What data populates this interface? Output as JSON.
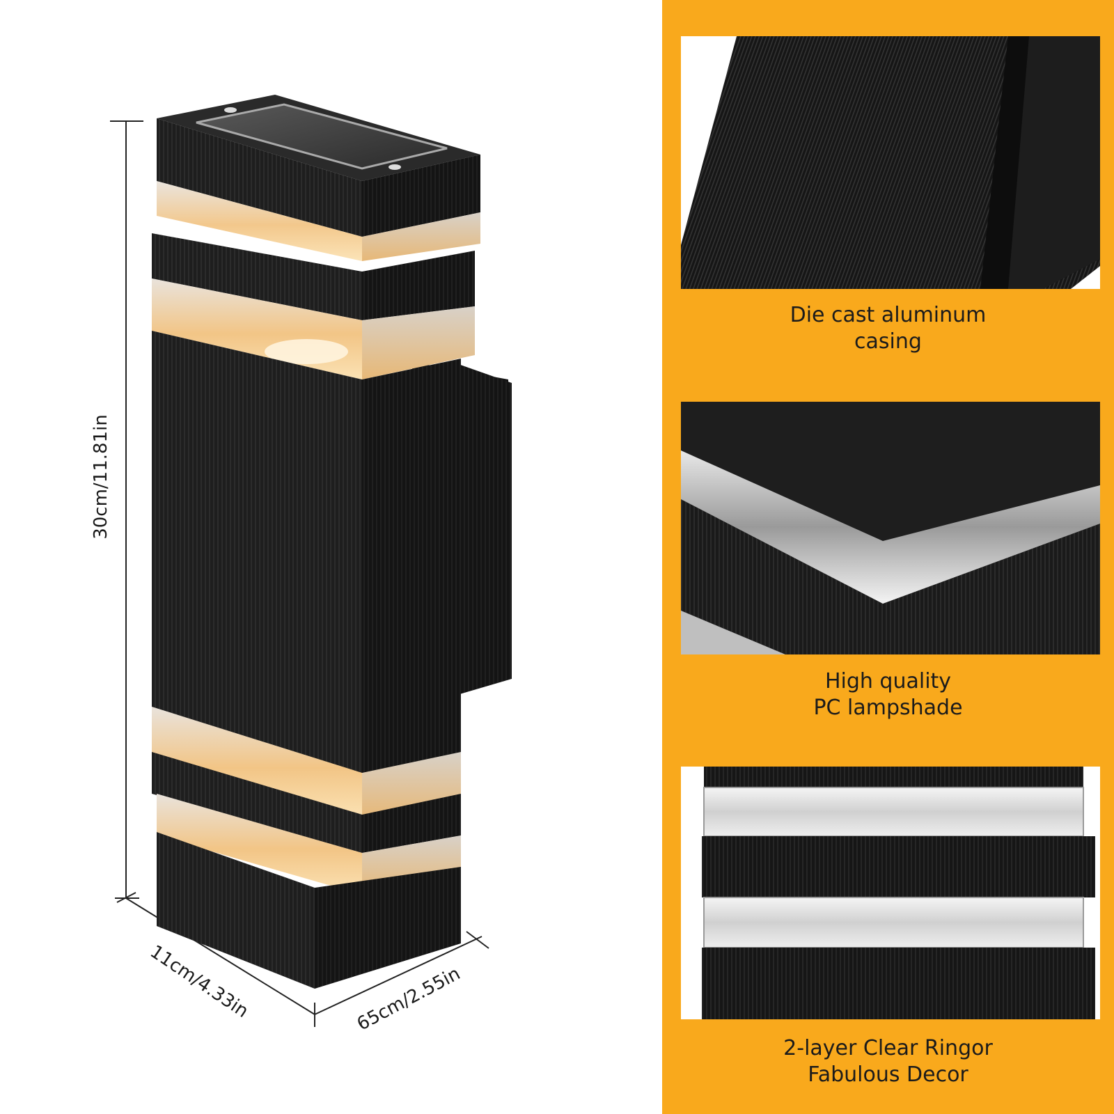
{
  "dimensions": {
    "height": "30cm/11.81in",
    "width": "11cm/4.33in",
    "depth": "65cm/2.55in"
  },
  "features": [
    {
      "line1": "Die cast aluminum",
      "line2": "casing"
    },
    {
      "line1": "High quality",
      "line2": "PC lampshade"
    },
    {
      "line1": "2-layer Clear Ringor",
      "line2": "Fabulous Decor"
    }
  ],
  "colors": {
    "panel_background": "#f9a91c",
    "housing": "#1c1c1c",
    "warm_light": "#f3c98a"
  }
}
